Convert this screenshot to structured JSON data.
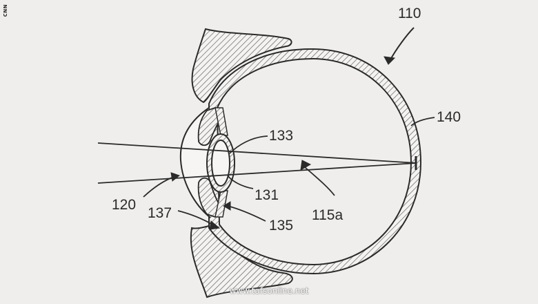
{
  "figure": {
    "labels": {
      "ref_110": "110",
      "ref_140": "140",
      "ref_133": "133",
      "ref_131": "131",
      "ref_115a": "115a",
      "ref_120": "120",
      "ref_137": "137",
      "ref_135": "135"
    }
  },
  "branding": {
    "side_logo": "CNN",
    "watermark": "www.tafsonline.net"
  },
  "colors": {
    "ink": "#2a2a2a",
    "background": "#efeeec"
  }
}
